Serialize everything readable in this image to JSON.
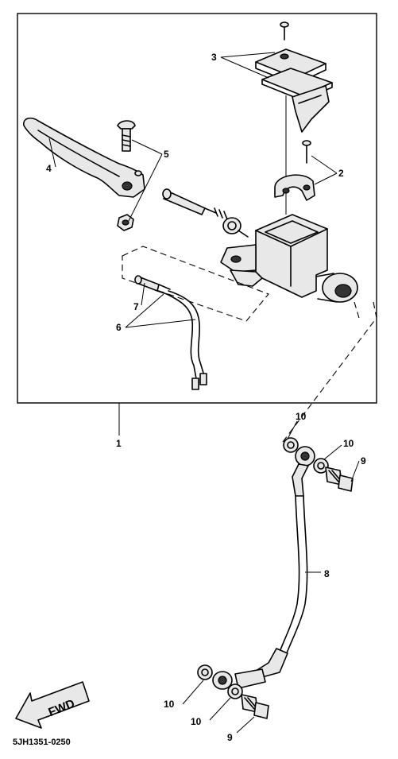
{
  "callouts": {
    "c1": "1",
    "c2": "2",
    "c3": "3",
    "c4": "4",
    "c5": "5",
    "c6": "6",
    "c7": "7",
    "c8": "8",
    "c9a": "9",
    "c9b": "9",
    "c10a": "10",
    "c10b": "10",
    "c10c": "10",
    "c10d": "10"
  },
  "direction_label": "FWD",
  "drawing_code": "5JH1351-0250"
}
